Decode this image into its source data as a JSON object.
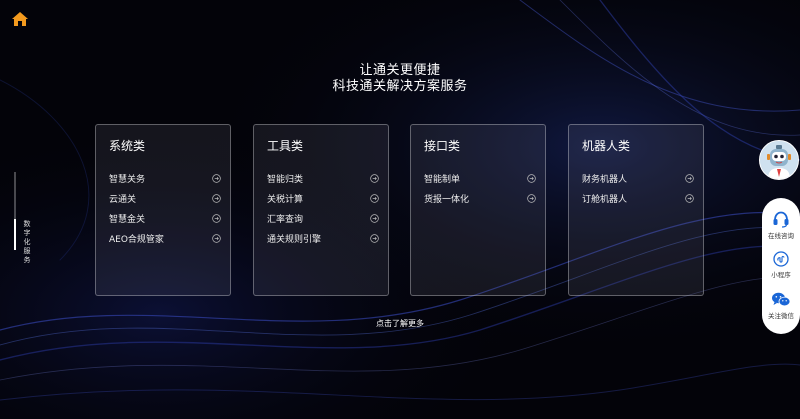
{
  "headline": {
    "line1": "让通关更便捷",
    "line2": "科技通关解决方案服务"
  },
  "side_nav": {
    "label": "数字化服务"
  },
  "cards": [
    {
      "title": "系统类",
      "items": [
        "智慧关务",
        "云通关",
        "智慧金关",
        "AEO合规管家"
      ]
    },
    {
      "title": "工具类",
      "items": [
        "智能归类",
        "关税计算",
        "汇率查询",
        "通关规则引擎"
      ]
    },
    {
      "title": "接口类",
      "items": [
        "智能制单",
        "货报一体化"
      ]
    },
    {
      "title": "机器人类",
      "items": [
        "财务机器人",
        "订舱机器人"
      ]
    }
  ],
  "more_link": "点击了解更多",
  "service_panel": {
    "online": "在线咨询",
    "mini_program": "小程序",
    "wechat": "关注微信"
  },
  "colors": {
    "home_icon": "#f39a1e",
    "service_icon": "#1a66d6",
    "background": "#030309"
  },
  "icons": {
    "home": "home-icon",
    "arrow": "arrow-right-circle-icon",
    "robot": "robot-avatar-icon",
    "headset": "headset-icon",
    "mini_program": "mini-program-icon",
    "wechat": "wechat-icon"
  }
}
